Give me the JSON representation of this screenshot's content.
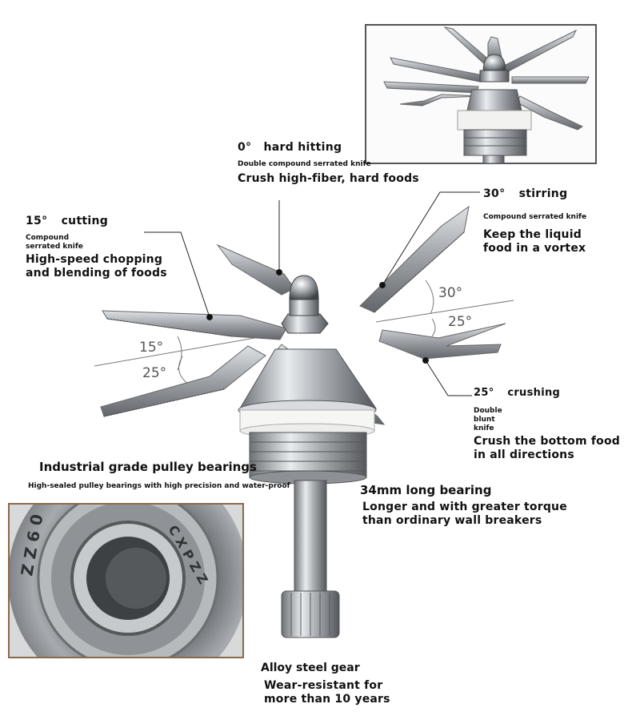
{
  "callouts": {
    "deg0": {
      "angle": "0°",
      "name": "hard hitting",
      "type": "Double compound serrated knife",
      "desc": "Crush high-fiber, hard foods"
    },
    "deg30": {
      "angle": "30°",
      "name": "stirring",
      "type": "Compound serrated knife",
      "desc": "Keep the liquid food in a vortex"
    },
    "deg15": {
      "angle": "15°",
      "name": "cutting",
      "type": "Compound serrated knife",
      "desc": "High-speed chopping and blending of foods"
    },
    "deg25": {
      "angle": "25°",
      "name": "crushing",
      "type": "Double blunt knife",
      "desc": "Crush the bottom food in all directions"
    }
  },
  "angle_marks": {
    "a30": "30°",
    "a25_right": "25°",
    "a15": "15°",
    "a25_left": "25°"
  },
  "bearings": {
    "title": "Industrial grade pulley bearings",
    "desc": "High-sealed pulley bearings with high precision and water-proof"
  },
  "long_bearing": {
    "title": "34mm long bearing",
    "desc": "Longer and with greater torque than ordinary wall breakers"
  },
  "gear": {
    "title": "Alloy steel gear",
    "desc": "Wear-resistant for more than 10 years"
  },
  "colors": {
    "steel": "#b9bcc0",
    "steel_dark": "#6e7276",
    "frame": "#555555",
    "bearing_frame": "#8a6a4a"
  }
}
